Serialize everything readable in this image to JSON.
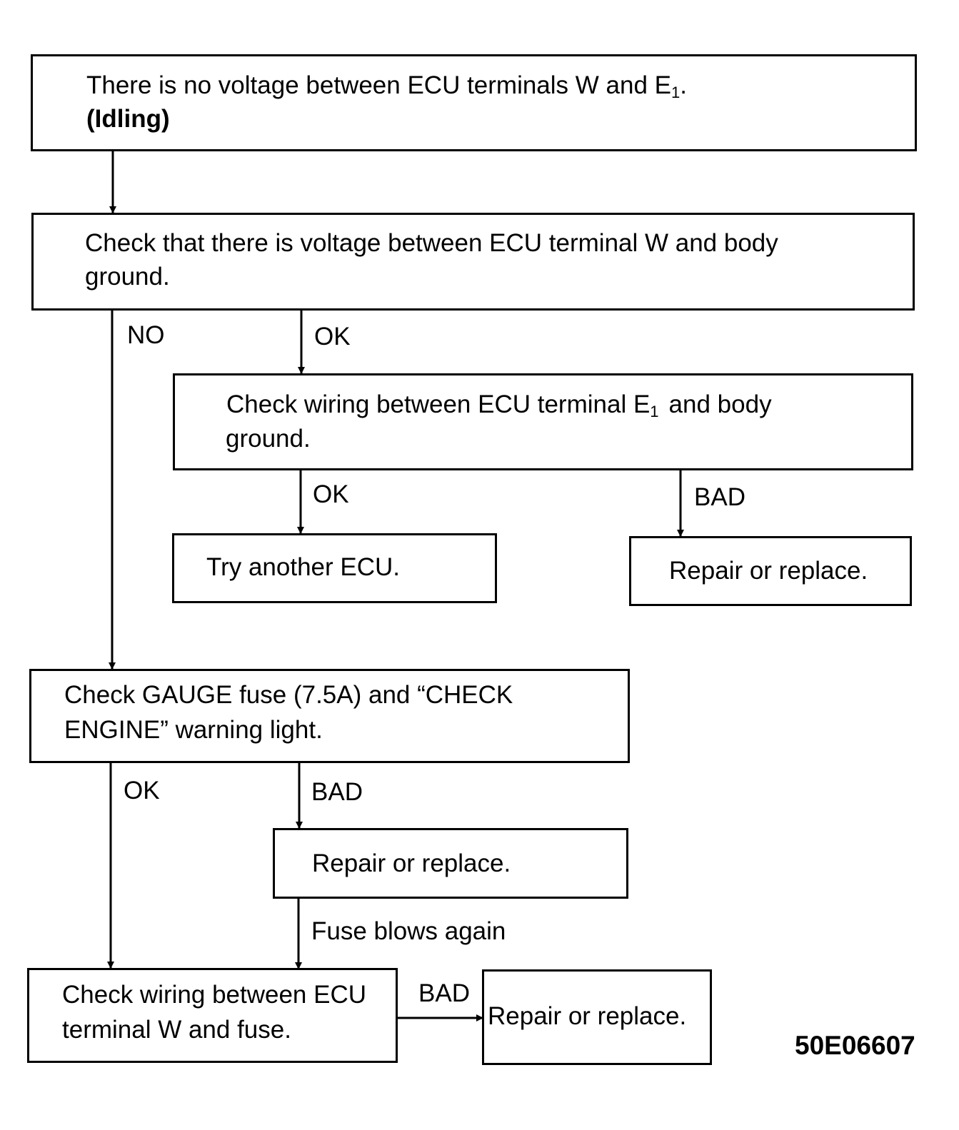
{
  "boxes": {
    "no_voltage": {
      "line1": "There is no voltage between ECU terminals W and E",
      "line1_sub": "1",
      "line1_end": ".",
      "line2": "(Idling)"
    },
    "check_voltage_w": {
      "line1": "Check that there is voltage between ECU terminal W and body",
      "line2": "ground."
    },
    "check_wiring_e1": {
      "line1_a": "Check wiring between ECU terminal E",
      "line1_sub": "1",
      "line1_b": "and body",
      "line2": "ground."
    },
    "try_another_ecu": {
      "line1": "Try another ECU."
    },
    "repair_1": {
      "line1": "Repair or replace."
    },
    "check_gauge_fuse": {
      "line1": "Check GAUGE fuse (7.5A) and “CHECK",
      "line2": "ENGINE” warning light."
    },
    "repair_2": {
      "line1": "Repair or replace."
    },
    "check_wiring_w_fuse": {
      "line1": "Check wiring between ECU",
      "line2": "terminal W and fuse."
    },
    "repair_3": {
      "line1": "Repair or replace."
    }
  },
  "labels": {
    "no": "NO",
    "ok_1": "OK",
    "ok_2": "OK",
    "bad_1": "BAD",
    "ok_3": "OK",
    "bad_2": "BAD",
    "fuse_blows_again": "Fuse blows again",
    "bad_3": "BAD"
  },
  "figure_code": "50E06607"
}
